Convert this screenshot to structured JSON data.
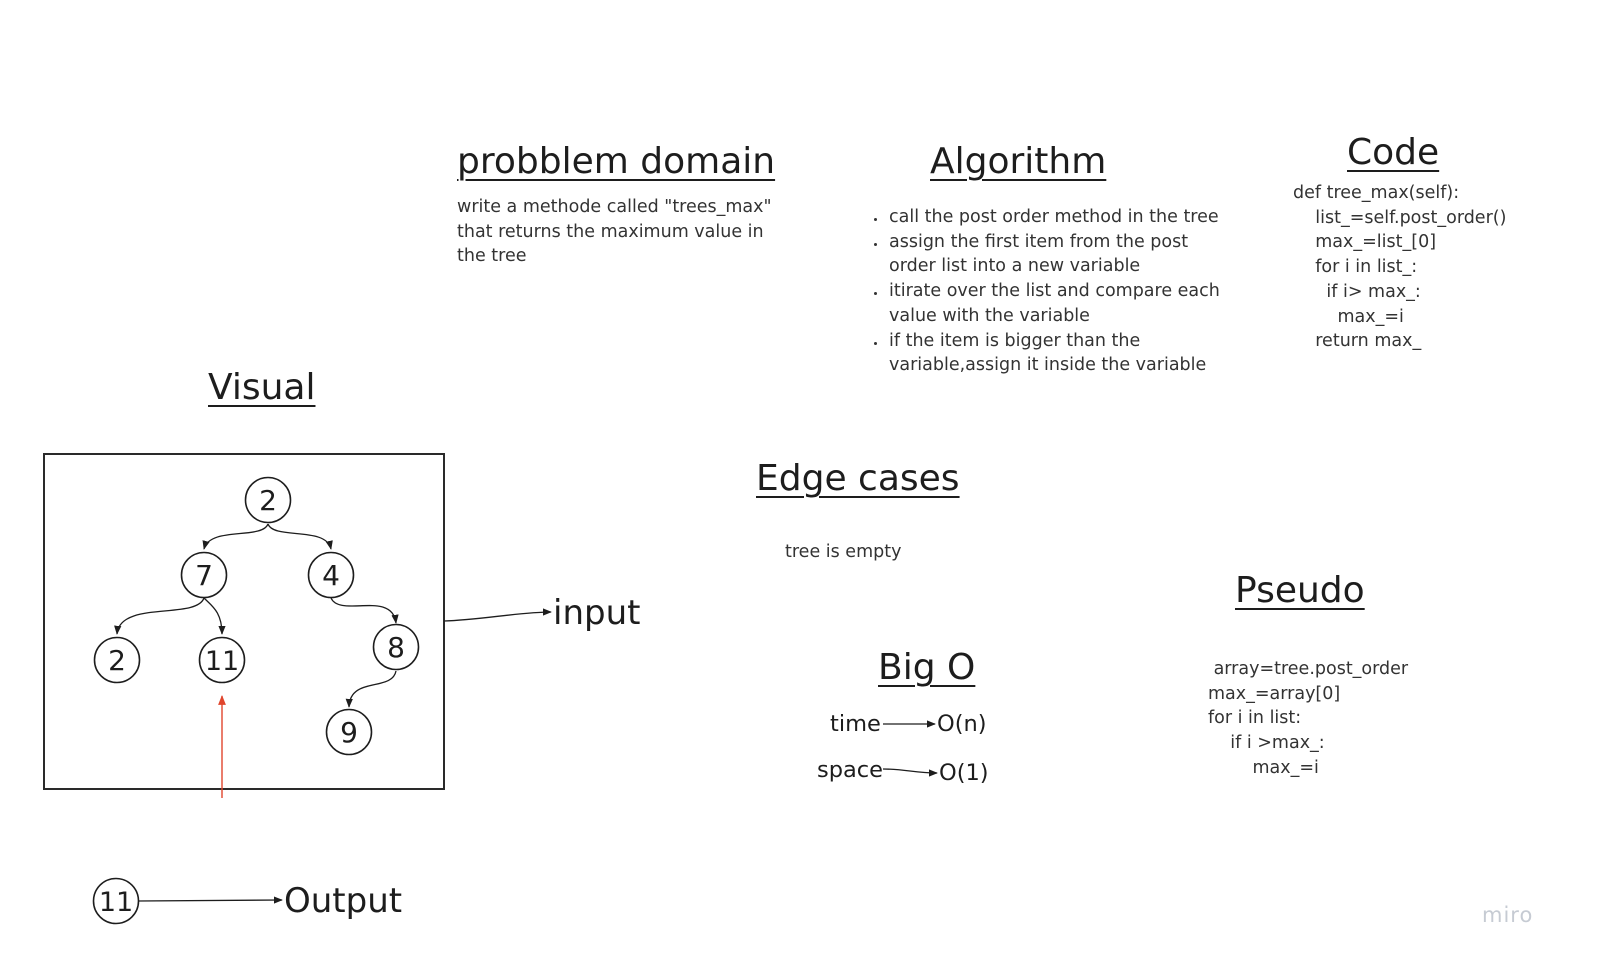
{
  "problem": {
    "heading": "probblem domain",
    "lines": [
      "write a methode called \"trees_max\"",
      "that returns the maximum value in",
      "the tree"
    ]
  },
  "algorithm": {
    "heading": "Algorithm",
    "bullets": [
      "call the post order method in the tree",
      "assign the first item from the post\norder list into a new variable",
      "itirate over the list and compare each\nvalue with the variable",
      "if the item is bigger than the\nvariable,assign it inside the variable"
    ]
  },
  "code": {
    "heading": "Code",
    "lines": [
      "def tree_max(self):",
      "    list_=self.post_order()",
      "    max_=list_[0]",
      "    for i in list_:",
      "      if i> max_:",
      "        max_=i",
      "    return max_"
    ]
  },
  "visual": {
    "heading": "Visual",
    "nodes": [
      {
        "id": "n-root",
        "label": "2"
      },
      {
        "id": "n-7",
        "label": "7"
      },
      {
        "id": "n-4",
        "label": "4"
      },
      {
        "id": "n-2b",
        "label": "2"
      },
      {
        "id": "n-11",
        "label": "11"
      },
      {
        "id": "n-8",
        "label": "8"
      },
      {
        "id": "n-9",
        "label": "9"
      }
    ],
    "input_label": "input",
    "output_node": "11",
    "output_label": "Output"
  },
  "edge_cases": {
    "heading": "Edge cases",
    "text": "tree is empty"
  },
  "big_o": {
    "heading": "Big O",
    "time_label": "time",
    "time_value": "O(n)",
    "space_label": "space",
    "space_value": "O(1)"
  },
  "pseudo": {
    "heading": "Pseudo",
    "lines": [
      " array=tree.post_order",
      "max_=array[0]",
      "for i in list:",
      "    if i >max_:",
      "        max_=i"
    ]
  },
  "brand": {
    "watermark": "miro"
  },
  "colors": {
    "ink": "#1d1d1d",
    "arrow_accent": "#e0452c",
    "watermark": "#c6cbd3"
  }
}
